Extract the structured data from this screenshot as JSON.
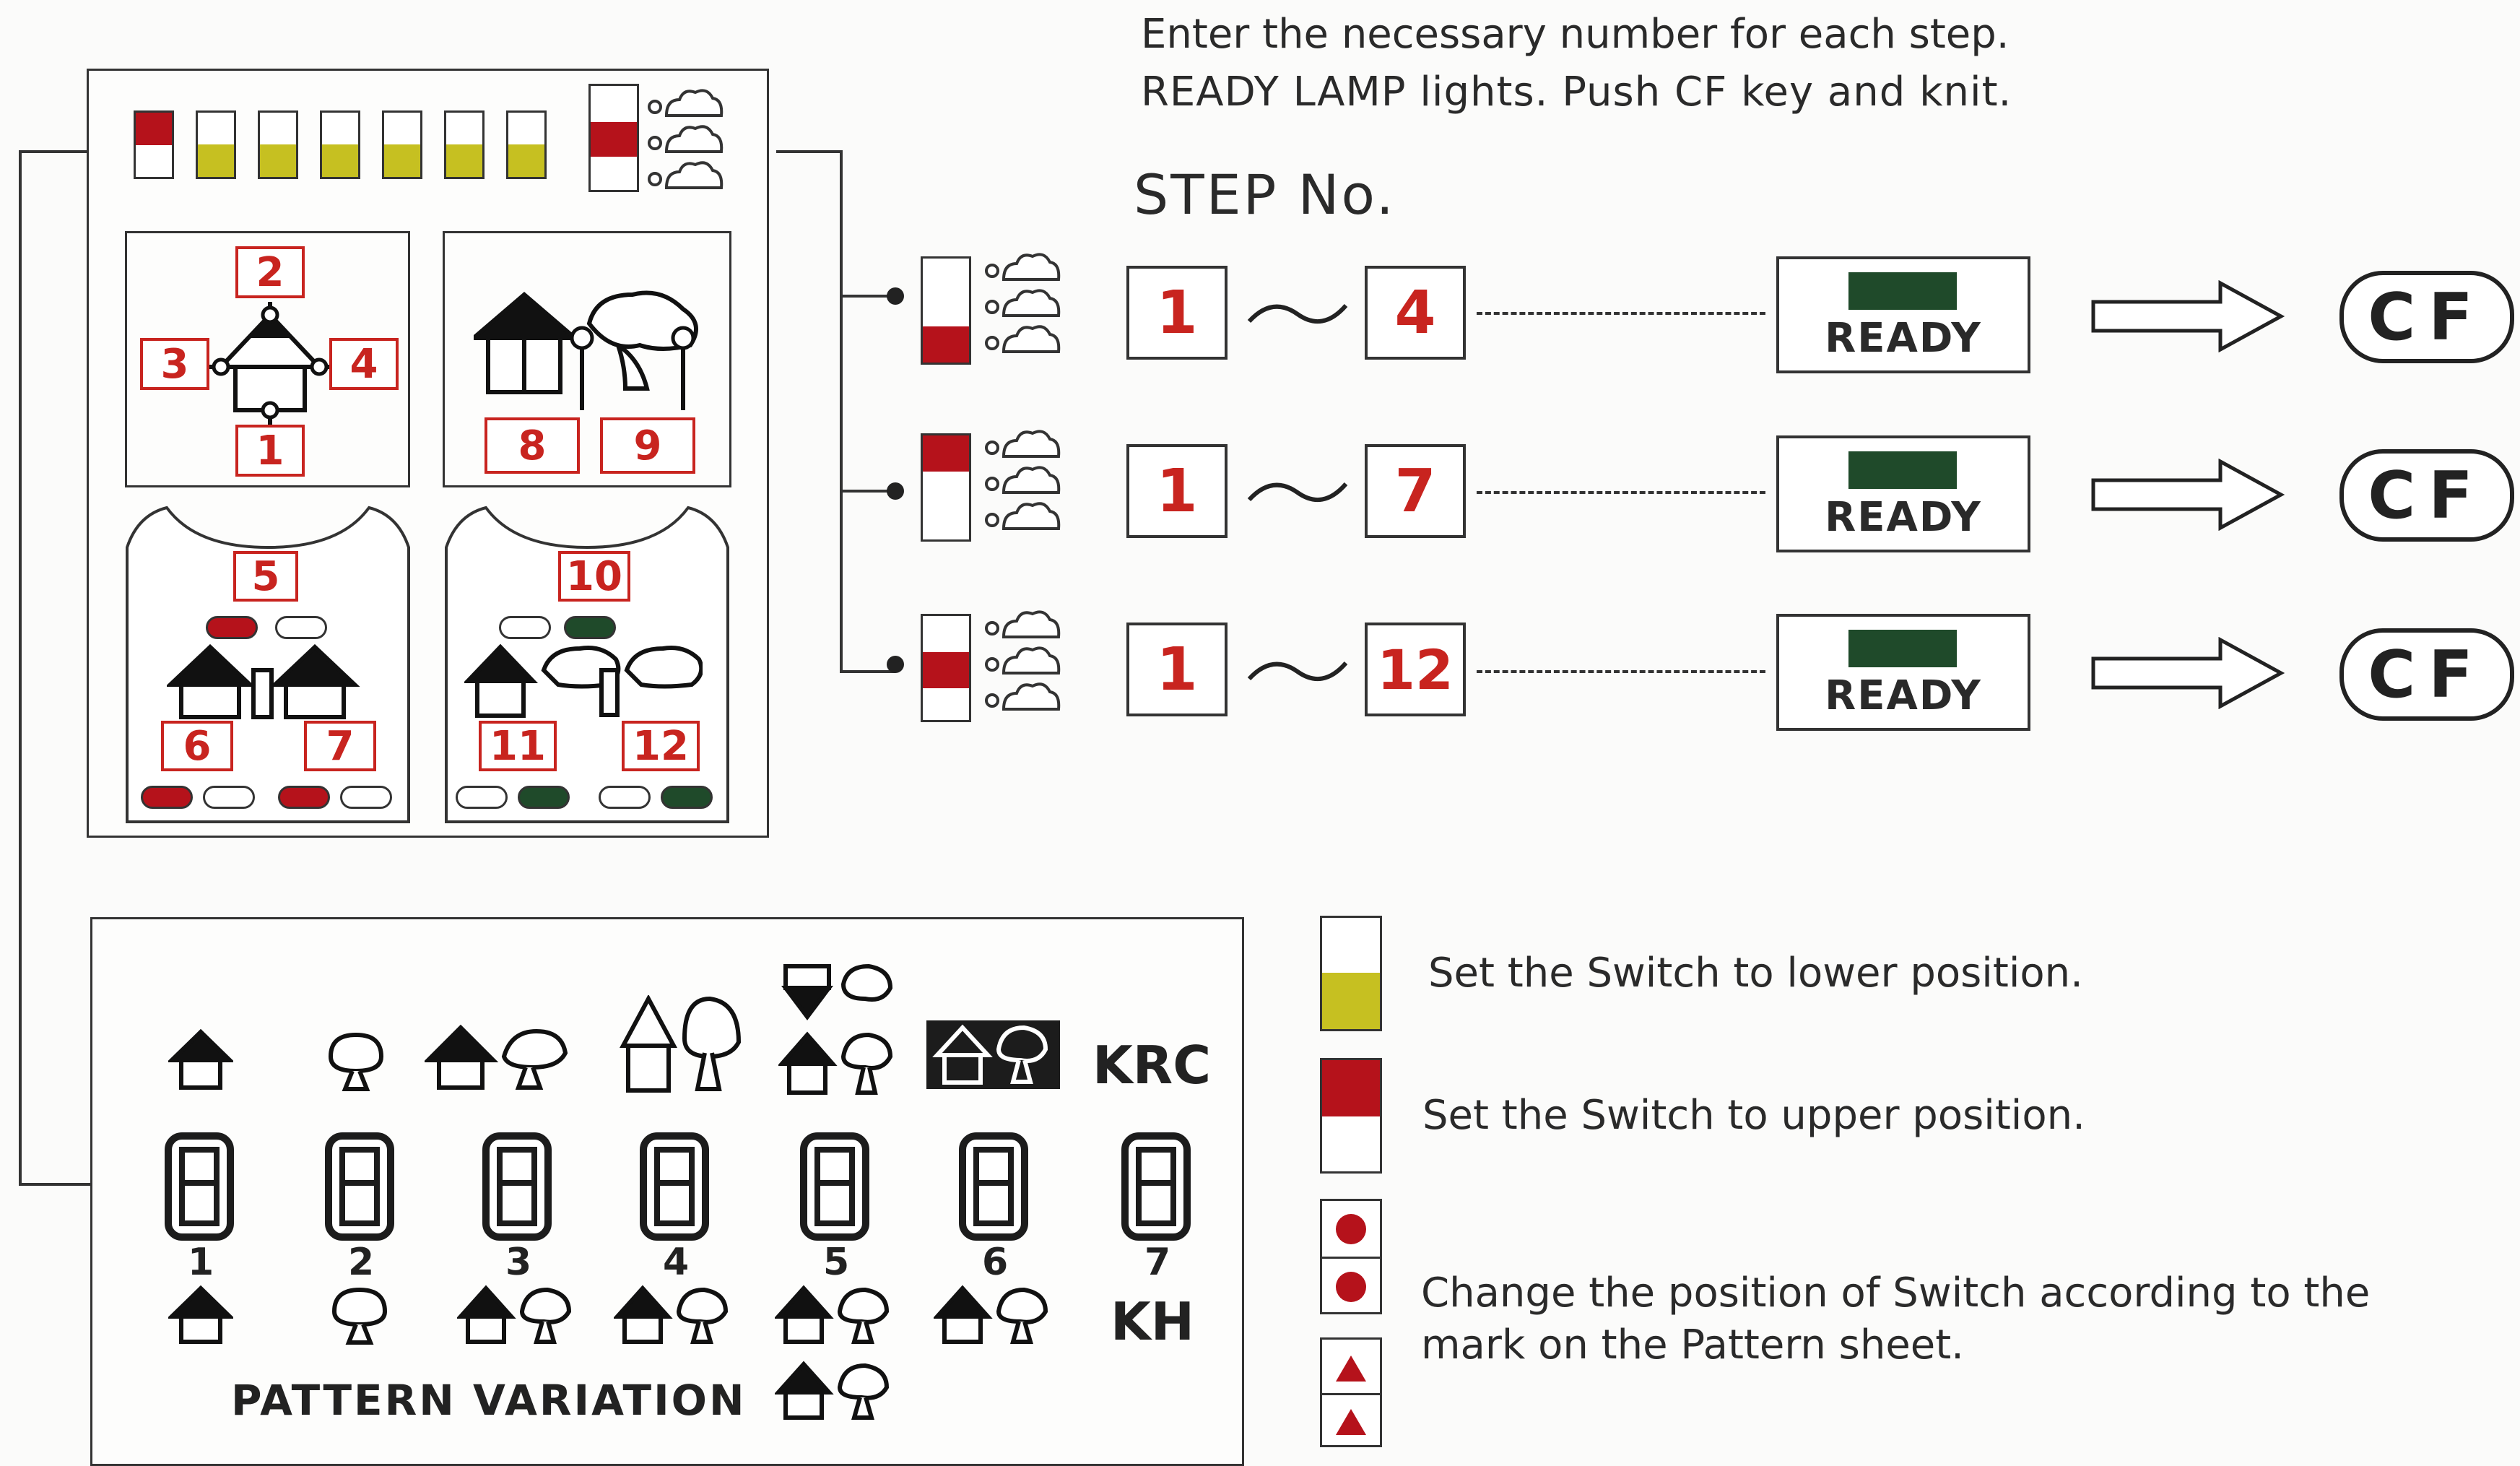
{
  "instructions": {
    "line1": "Enter the necessary number for each step.",
    "line2": "READY LAMP lights. Push CF key and knit."
  },
  "step_label": "STEP No.",
  "steps": [
    {
      "from": "1",
      "to": "4",
      "ready": "READY",
      "key": "CF"
    },
    {
      "from": "1",
      "to": "7",
      "ready": "READY",
      "key": "CF"
    },
    {
      "from": "1",
      "to": "12",
      "ready": "READY",
      "key": "CF"
    }
  ],
  "sheet": {
    "top_left_numbers": [
      "2",
      "3",
      "4",
      "1"
    ],
    "top_right_numbers": [
      "8",
      "9"
    ],
    "bottom_left_numbers": [
      "5",
      "6",
      "7"
    ],
    "bottom_right_numbers": [
      "10",
      "11",
      "12"
    ]
  },
  "panel": {
    "krc_label": "KRC",
    "kh_label": "KH",
    "digit_numbers": [
      "1",
      "2",
      "3",
      "4",
      "5",
      "6",
      "7"
    ],
    "footer": "PATTERN VARIATION"
  },
  "legend": {
    "lower": "Set the Switch to lower position.",
    "upper": "Set the Switch to upper position.",
    "change_line1": "Change the position of Switch according to the",
    "change_line2": "mark on the Pattern sheet."
  },
  "colors": {
    "red": "#b5121b",
    "yellow": "#c6c021",
    "green": "#1f4a2a"
  },
  "icons": [
    "house-icon",
    "tree-icon",
    "cloud-icon",
    "arrow-right-icon",
    "circle-mark-icon",
    "triangle-mark-icon"
  ]
}
